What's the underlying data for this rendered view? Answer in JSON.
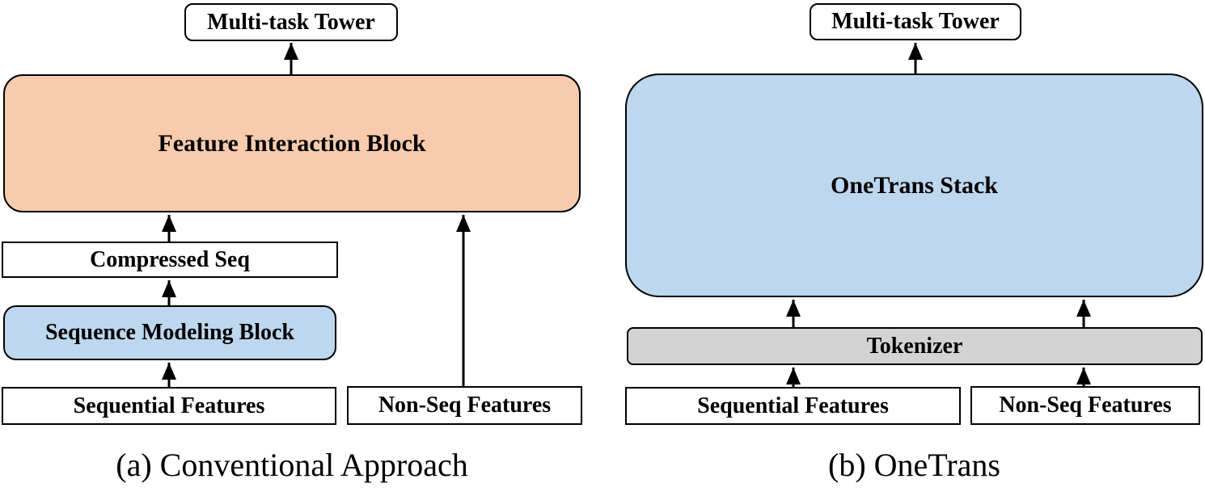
{
  "colors": {
    "accent_orange": "#F8CBAD",
    "accent_blue": "#BDD7EE",
    "accent_gray": "#D3D3D3",
    "box_white": "#FFFFFF",
    "border_black": "#000000",
    "arrow_black": "#000000"
  },
  "panels": [
    {
      "caption": "(a) Conventional Approach",
      "nodes": {
        "tower": "Multi-task Tower",
        "feature_interaction": "Feature Interaction Block",
        "compressed_seq": "Compressed Seq",
        "sequence_modeling": "Sequence Modeling Block",
        "sequential_features": "Sequential Features",
        "nonseq_features": "Non-Seq Features"
      }
    },
    {
      "caption": "(b) OneTrans",
      "nodes": {
        "tower": "Multi-task Tower",
        "onetrans_stack": "OneTrans Stack",
        "tokenizer": "Tokenizer",
        "sequential_features": "Sequential Features",
        "nonseq_features": "Non-Seq Features"
      }
    }
  ]
}
